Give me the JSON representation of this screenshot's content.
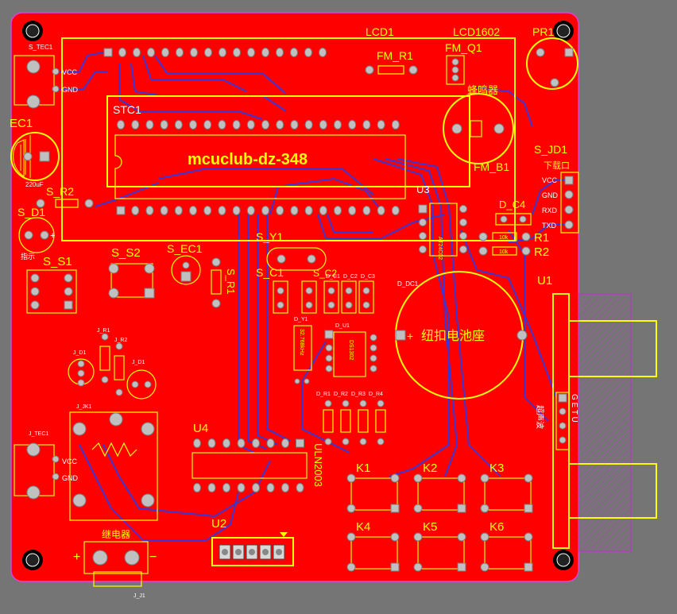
{
  "board": {
    "colors": {
      "background": "#767575",
      "board": "#ff0000",
      "outline": "#e040e0",
      "silkscreen": "#ffff00",
      "traces": "#3a36d6",
      "pads": "#c0c0c0",
      "keepout": "#b040c0"
    },
    "title": "mcuclub-dz-348"
  },
  "labels": {
    "lcd1": "LCD1",
    "lcd1602": "LCD1602",
    "pr1": "PR1",
    "fm_r1": "FM_R1",
    "fm_q1": "FM_Q1",
    "buzzer": "蜂鸣器",
    "fm_b1": "FM_B1",
    "stc1": "STC1",
    "u3": "U3",
    "s_jd1": "S_JD1",
    "download": "下载口",
    "vcc": "VCC",
    "gnd": "GND",
    "rxd": "RXD",
    "txd": "TXD",
    "s_tec1": "S_TEC1",
    "ec1": "EC1",
    "cap_220uf": "220uF",
    "s_r2": "S_R2",
    "s_d1": "S_D1",
    "fuse_text": "指示",
    "s_s1": "S_S1",
    "s_s2": "S_S2",
    "s_ec1": "S_EC1",
    "s_r1": "S_R1",
    "s_y1": "S_Y1",
    "s_c1": "S_C1",
    "s_c2": "S_C2",
    "d_c1": "D_C1",
    "d_c2": "D_C2",
    "d_c3": "D_C3",
    "d_c4": "D_C4",
    "r1": "R1",
    "r2": "R2",
    "r_10k": "10k",
    "d_dc1": "D_DC1",
    "battery": "纽扣电池座",
    "u1": "U1",
    "d_y1": "D_Y1",
    "crystal_freq": "32.768kHz",
    "d_u1": "D_U1",
    "ds1302": "DS1302",
    "d_r1": "D_R1",
    "d_r2": "D_R2",
    "d_r3": "D_R3",
    "d_r4": "D_R4",
    "j_r1": "J_R1",
    "j_r2": "J_R2",
    "j_d1": "J_D1",
    "j_jk1": "J_JK1",
    "j_tec1": "J_TEC1",
    "j_j1": "J_J1",
    "relay_text": "继电器",
    "u4": "U4",
    "uln2003": "ULN2003",
    "u2": "U2",
    "k1": "K1",
    "k2": "K2",
    "k3": "K3",
    "k4": "K4",
    "k5": "K5",
    "k6": "K6",
    "sensor_text": "超声波",
    "geta": "G E T U",
    "plus": "+",
    "minus": "−"
  }
}
